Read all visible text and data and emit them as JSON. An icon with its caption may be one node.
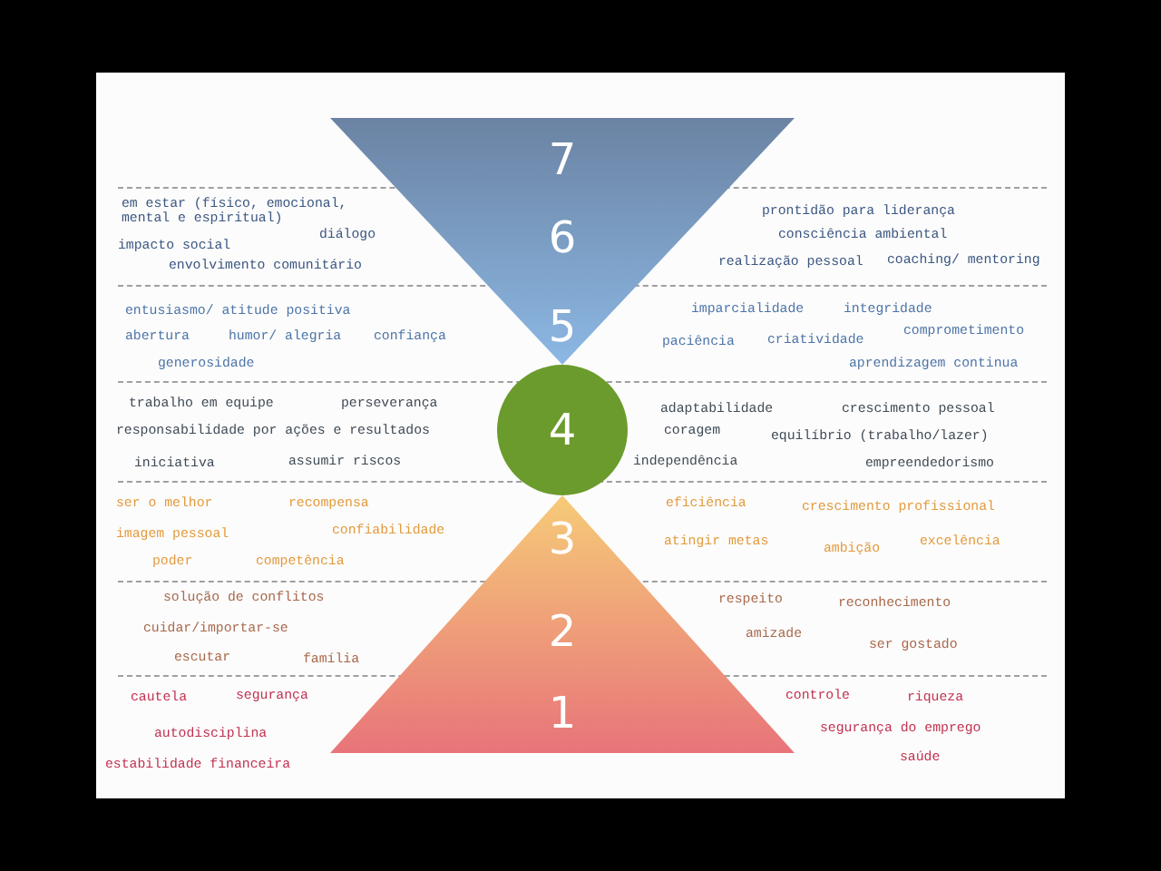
{
  "diagram": {
    "nodes": [
      {
        "text": [
          "7",
          "6",
          "5"
        ]
      },
      {
        "text": [
          "4"
        ]
      },
      {
        "text": [
          "3",
          "2",
          "1"
        ]
      }
    ],
    "labels": [
      "em estar (físico, emocional, mental e espiritual)",
      "diálogo",
      "impacto social",
      "envolvimento comunitário",
      "prontidão para liderança",
      "consciência ambiental",
      "realização pessoal",
      "coaching/ mentoring",
      "entusiasmo/ atitude positiva",
      "abertura",
      "humor/ alegria",
      "confiança",
      "generosidade",
      "imparcialidade",
      "integridade",
      "paciência",
      "criatividade",
      "comprometimento",
      "aprendizagem continua",
      "trabalho em equipe",
      "perseverança",
      "responsabilidade por ações e resultados",
      "iniciativa",
      "assumir riscos",
      "adaptabilidade",
      "crescimento pessoal",
      "coragem",
      "equilíbrio (trabalho/lazer)",
      "independência",
      "empreendedorismo",
      "ser o melhor",
      "recompensa",
      "imagem pessoal",
      "confiabilidade",
      "poder",
      "competência",
      "eficiência",
      "crescimento profissional",
      "atingir metas",
      "ambição",
      "excelência",
      "solução de conflitos",
      "cuidar/importar-se",
      "escutar",
      "família",
      "respeito",
      "reconhecimento",
      "amizade",
      "ser gostado",
      "cautela",
      "segurança",
      "autodisciplina",
      "estabilidade financeira",
      "controle",
      "riqueza",
      "segurança do emprego",
      "saúde"
    ]
  }
}
